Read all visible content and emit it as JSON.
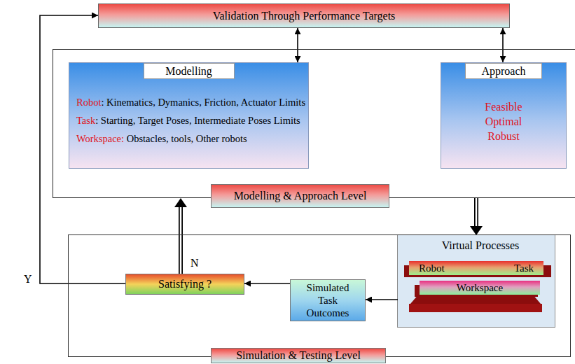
{
  "diagram": {
    "nodes": [
      {
        "text": [
          "Validation Through Performance Targets"
        ]
      },
      {
        "text": [
          "Modelling & Approach Level"
        ]
      },
      {
        "text": [
          "Modelling",
          "Robot",
          ": Kinematics, Dymanics, Friction, Actuator Limits",
          "Task",
          ": Starting, Target Poses, Intermediate Poses Limits",
          "Workspace:",
          " Obstacles, tools, Other robots"
        ],
        "in": 1
      },
      {
        "text": [
          "Approach",
          "Feasible Optimal Robust"
        ],
        "in": 1
      },
      {
        "text": [
          "Simulation & Testing Level"
        ]
      },
      {
        "text": [
          "Satisfying ?"
        ],
        "in": 4
      },
      {
        "text": [
          "Simulated Task Outcomes"
        ],
        "in": 4
      },
      {
        "text": [
          "Virtual Processes"
        ],
        "in": 4
      },
      {
        "text": [
          "Robot",
          "Task"
        ],
        "in": 7
      },
      {
        "text": [
          "Workspace"
        ],
        "in": 7
      }
    ],
    "edges": [
      {
        "from": 0,
        "to": 2,
        "arrow": "both"
      },
      {
        "from": 0,
        "to": 3,
        "arrow": "both"
      },
      {
        "from": 1,
        "to": 7,
        "arrow": "to"
      },
      {
        "from": 7,
        "to": 6,
        "arrow": "to"
      },
      {
        "from": 6,
        "to": 5,
        "arrow": "to"
      },
      {
        "from": 5,
        "to": 1,
        "label": "N",
        "arrow": "to"
      },
      {
        "from": 5,
        "to": 0,
        "label": "Y",
        "arrow": "to"
      }
    ]
  }
}
